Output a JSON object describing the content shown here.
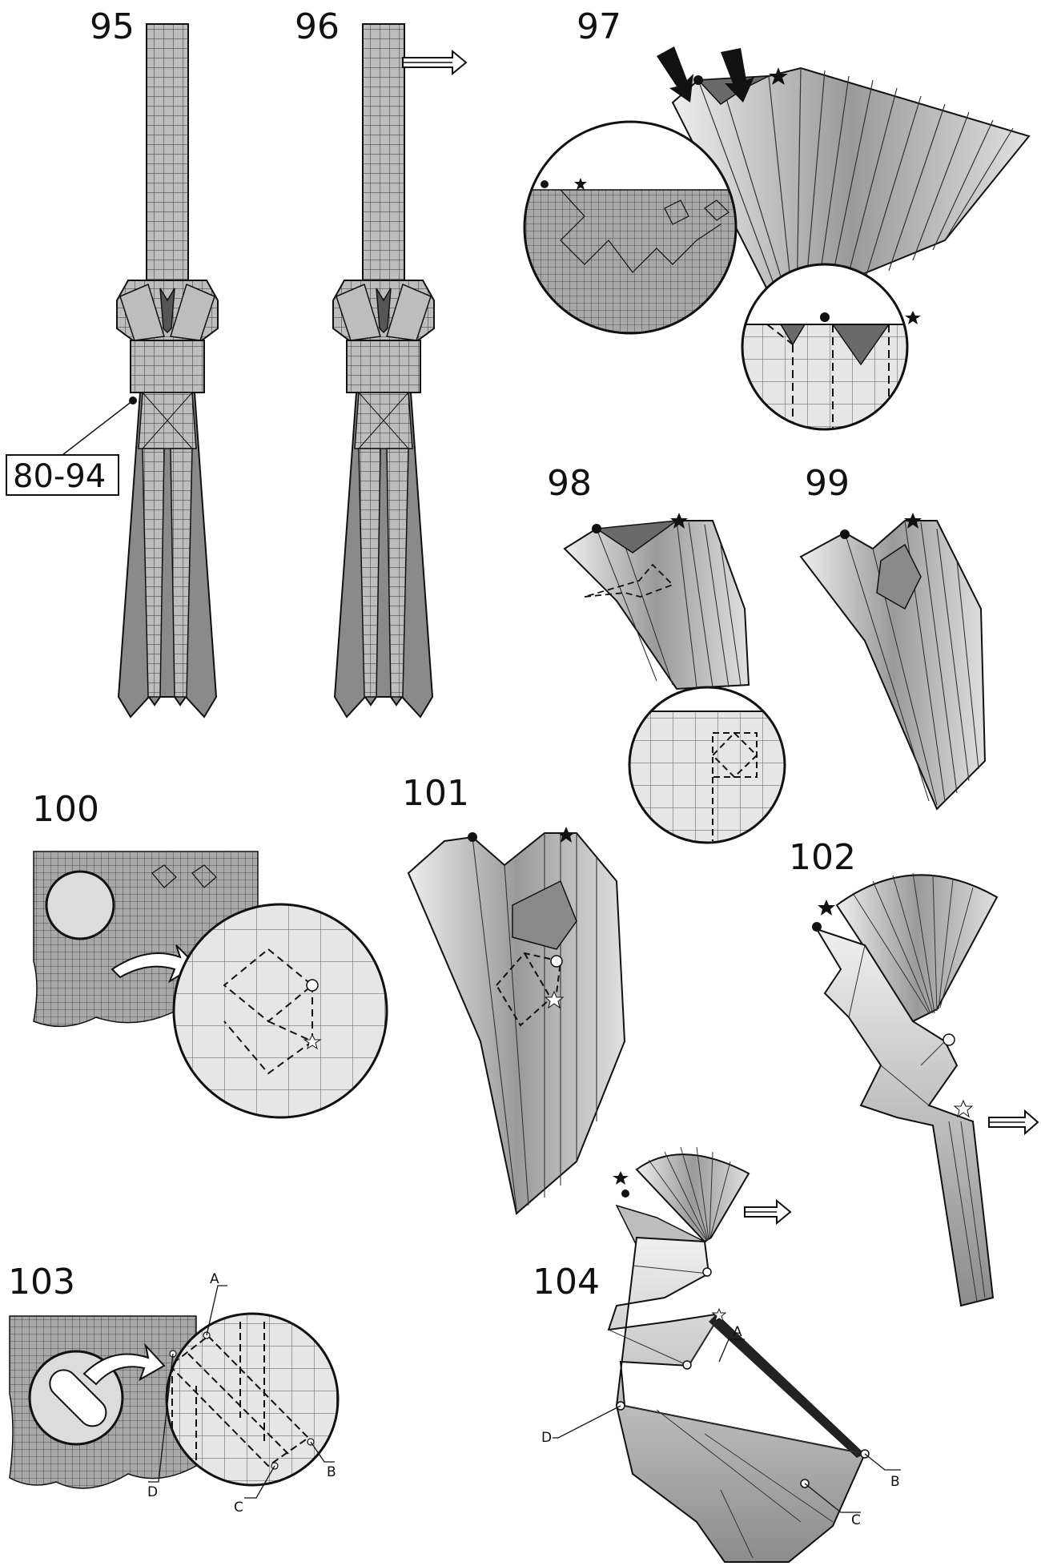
{
  "steps": [
    {
      "number": "95"
    },
    {
      "number": "96"
    },
    {
      "number": "97"
    },
    {
      "number": "98"
    },
    {
      "number": "99"
    },
    {
      "number": "100"
    },
    {
      "number": "101"
    },
    {
      "number": "102"
    },
    {
      "number": "103"
    },
    {
      "number": "104"
    }
  ],
  "reference_box": "80-94",
  "point_labels": {
    "a": "A",
    "b": "B",
    "c": "C",
    "d": "D"
  },
  "colors": {
    "paper_light": "#e4e4e4",
    "paper_mid": "#bdbdbd",
    "paper_dark": "#7a7a7a",
    "grid_line": "#333333",
    "ink": "#111111"
  },
  "icons": [
    "push-arrow-icon",
    "turn-over-arrow-icon",
    "dot-marker-icon",
    "star-marker-icon",
    "curved-arrow-icon"
  ]
}
